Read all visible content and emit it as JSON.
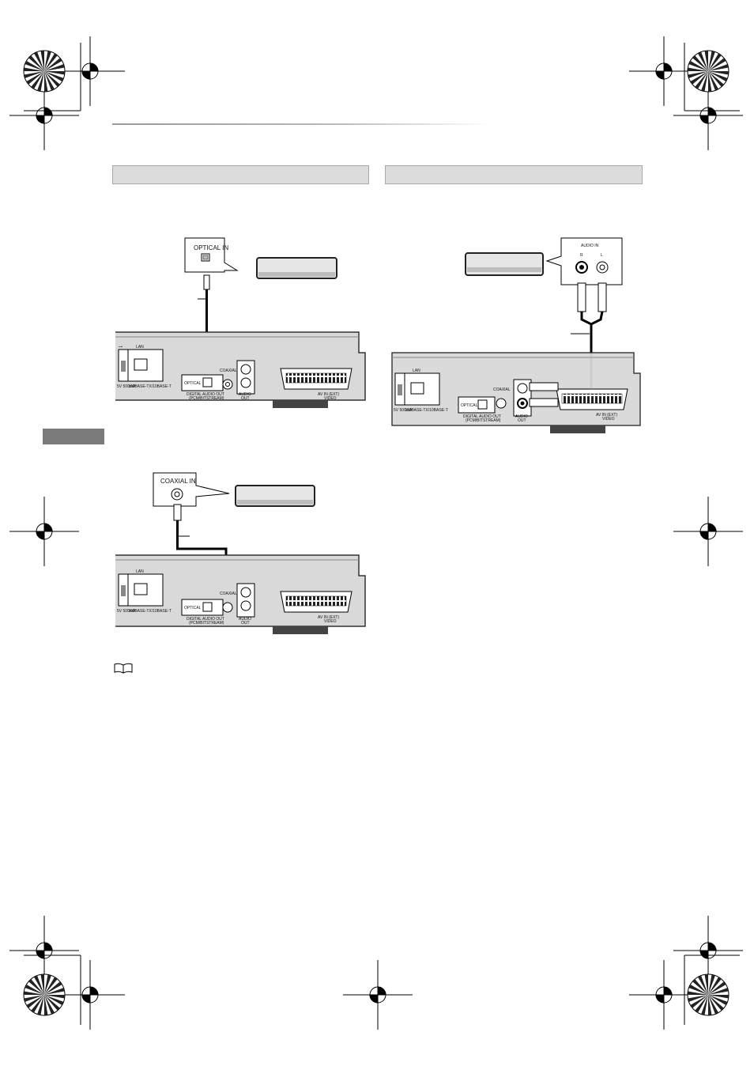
{
  "labels": {
    "optical_in": "OPTICAL IN",
    "coaxial_in": "COAXIAL IN",
    "audio_in": "AUDIO IN",
    "audio_in_r": "R",
    "audio_in_l": "L",
    "lan": "LAN",
    "optical": "OPTICAL",
    "coaxial": "COAXIAL",
    "digital_audio_out": "DIGITAL AUDIO OUT",
    "pcm_bitstream": "(PCM/BITSTREAM)",
    "audio": "AUDIO",
    "out": "OUT",
    "av_in_ext": "AV IN (EXT)",
    "video": "VIDEO",
    "usb_power": "5V 500mA",
    "base_t": "100BASE-TX/10BASE-T"
  },
  "colors": {
    "section_bar": "#dcdcdc",
    "side_tab": "#7a7a7a",
    "device_body": "#d9d9d9",
    "device_edge": "#555555"
  }
}
